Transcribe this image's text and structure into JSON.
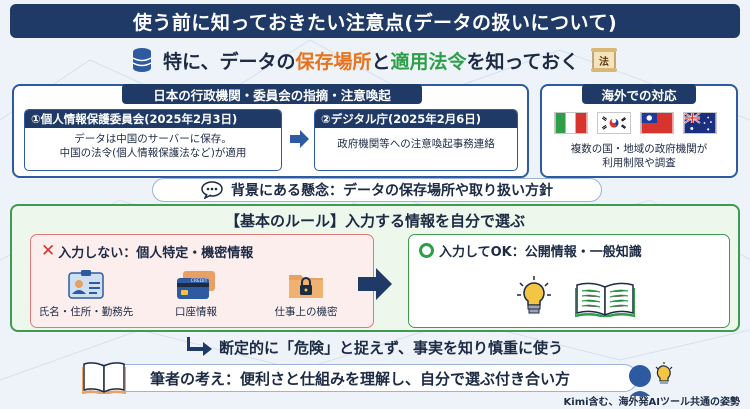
{
  "title": "使う前に知っておきたい注意点(データの扱いについて)",
  "subtitle": {
    "part1": "特に、データの",
    "highlight1": "保存場所",
    "part2": "と",
    "highlight2": "適用法令",
    "part3": "を知っておく",
    "law_icon_text": "法"
  },
  "japan_panel": {
    "header": "日本の行政機関・委員会の指摘・注意喚起",
    "box1": {
      "title": "①個人情報保護委員会(2025年2月3日)",
      "line1": "データは中国のサーバーに保存。",
      "line2": "中国の法令(個人情報保護法など)が適用"
    },
    "box2": {
      "title": "②デジタル庁(2025年2月6日)",
      "body": "政府機関等への注意喚起事務連絡"
    }
  },
  "overseas_panel": {
    "header": "海外での対応",
    "flags": [
      "italy-flag",
      "south-korea-flag",
      "taiwan-flag",
      "australia-flag"
    ],
    "line1": "複数の国・地域の政府機関が",
    "line2": "利用制限や調査"
  },
  "concern": "背景にある懸念：データの保存場所や取り扱い方針",
  "rule": {
    "title": "【基本のルール】入力する情報を自分で選ぶ",
    "ng": {
      "heading": "入力しない：個人特定・機密情報",
      "items": [
        "氏名・住所・勤務先",
        "口座情報",
        "仕事上の機密"
      ],
      "card_text": "CREDIT"
    },
    "ok": {
      "heading": "入力してOK：公開情報・一般知識"
    }
  },
  "conclusion": "断定的に「危険」と捉えず、事実を知り慎重に使う",
  "opinion": "筆者の考え：便利さと仕組みを理解し、自分で選ぶ付き合い方",
  "footnote": "Kimi含む、海外発AIツール共通の姿勢",
  "colors": {
    "navy": "#1f3a66",
    "orange": "#e8731a",
    "green": "#2e9e48",
    "red": "#d8342f"
  }
}
